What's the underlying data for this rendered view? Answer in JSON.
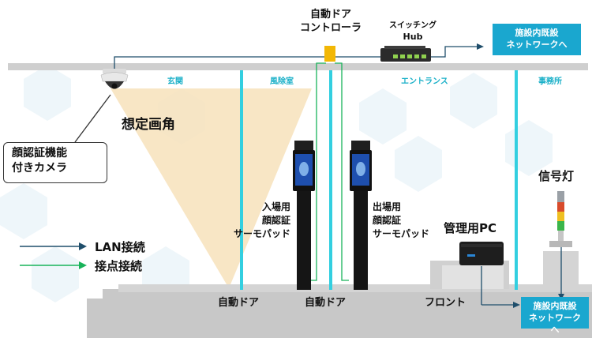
{
  "labels": {
    "door_controller": [
      "自動ドア",
      "コントローラ"
    ],
    "switching_hub": [
      "スイッチング",
      "Hub"
    ],
    "facility_network_top": [
      "施設内既設",
      "ネットワークへ"
    ],
    "facility_network_bottom": [
      "施設内既設",
      "ネットワークへ"
    ],
    "zone_entrance_hall": "玄関",
    "zone_windbreak_room": "風除室",
    "zone_entrance": "エントランス",
    "zone_office": "事務所",
    "view_angle": "想定画角",
    "camera_callout": [
      "顔認証機能",
      "付きカメラ"
    ],
    "entry_pad": [
      "入場用",
      "顔認証",
      "サーモパッド"
    ],
    "exit_pad": [
      "出場用",
      "顔認証",
      "サーモパッド"
    ],
    "management_pc": "管理用PC",
    "signal_light": "信号灯",
    "auto_door_left": "自動ドア",
    "auto_door_center": "自動ドア",
    "front_desk": "フロント"
  },
  "legend": {
    "lan": "LAN接続",
    "contact": "接点接続"
  },
  "colors": {
    "lan_line": "#1f4e6b",
    "contact_line": "#19b35a",
    "glass_pillar": "#33cfe0",
    "network_box": "#1aa7cf",
    "zone_text": "#1ab0c8",
    "view_cone": "#f7e2bb",
    "controller": "#f2b705"
  },
  "icons": [
    "dome-camera-icon",
    "switching-hub-icon",
    "face-terminal-icon",
    "mini-pc-icon",
    "signal-tower-icon",
    "arrow-right-icon"
  ]
}
